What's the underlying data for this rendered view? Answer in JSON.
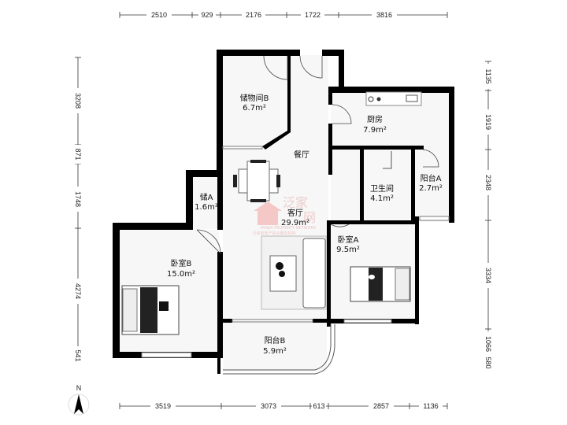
{
  "rooms": {
    "storage_b": {
      "name": "储物间B",
      "area": "6.7m²"
    },
    "dining": {
      "name": "餐厅"
    },
    "kitchen": {
      "name": "厨房",
      "area": "7.9m²"
    },
    "bathroom": {
      "name": "卫生间",
      "area": "4.1m²"
    },
    "balcony_a": {
      "name": "阳台A",
      "area": "2.7m²"
    },
    "storage_a": {
      "name": "储A",
      "area": "1.6m²"
    },
    "living": {
      "name": "客厅",
      "area": "29.9m²"
    },
    "bedroom_a": {
      "name": "卧室A",
      "area": "9.5m²"
    },
    "bedroom_b": {
      "name": "卧室B",
      "area": "15.0m²"
    },
    "balcony_b": {
      "name": "阳台B",
      "area": "5.9m²"
    }
  },
  "dimensions": {
    "top": [
      "2510",
      "929",
      "2176",
      "1722",
      "3816"
    ],
    "bottom": [
      "3519",
      "3073",
      "613",
      "2857",
      "1136"
    ],
    "left": [
      "3208",
      "871",
      "1748",
      "4274",
      "541"
    ],
    "right": [
      "1135",
      "1919",
      "2348",
      "3334",
      "1066",
      "580"
    ]
  },
  "compass": {
    "label": "N"
  },
  "watermark": {
    "brand": "泛家",
    "sub": "网",
    "en": "FANJIA PROPERTY NETWORK",
    "cn": "泛家房地产综合服务机构"
  }
}
